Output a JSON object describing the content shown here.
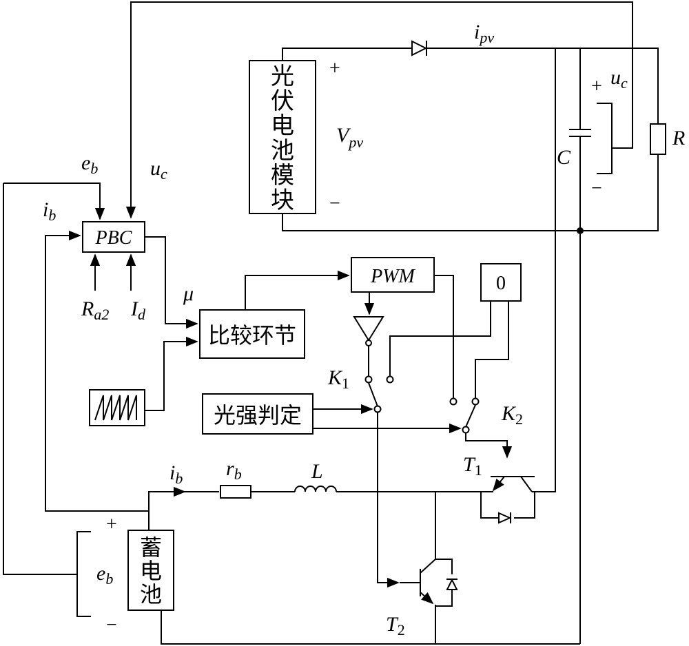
{
  "labels": {
    "pv_module": "光伏电池模块",
    "battery": "蓄电池",
    "comparator": "比较环节",
    "light_judge": "光强判定",
    "pbc": "PBC",
    "pwm": "PWM",
    "zero": "0",
    "ipv": {
      "base": "i",
      "sub": "pv"
    },
    "vpv": {
      "base": "V",
      "sub": "pv"
    },
    "uc_top": {
      "base": "u",
      "sub": "c"
    },
    "uc_left": {
      "base": "u",
      "sub": "c"
    },
    "eb_top": {
      "base": "e",
      "sub": "b"
    },
    "eb_battery": {
      "base": "e",
      "sub": "b"
    },
    "ib_left": {
      "base": "i",
      "sub": "b"
    },
    "ib_branch": {
      "base": "i",
      "sub": "b"
    },
    "ra2": {
      "base": "R",
      "sub": "a2"
    },
    "id": {
      "base": "I",
      "sub": "d"
    },
    "mu": "μ",
    "k1": {
      "base": "K",
      "sub": "1"
    },
    "k2": {
      "base": "K",
      "sub": "2"
    },
    "t1": {
      "base": "T",
      "sub": "1"
    },
    "t2": {
      "base": "T",
      "sub": "2"
    },
    "rb": {
      "base": "r",
      "sub": "b"
    },
    "inductor": "L",
    "capacitor": "C",
    "resistor": "R",
    "plus": "+",
    "minus": "−"
  }
}
